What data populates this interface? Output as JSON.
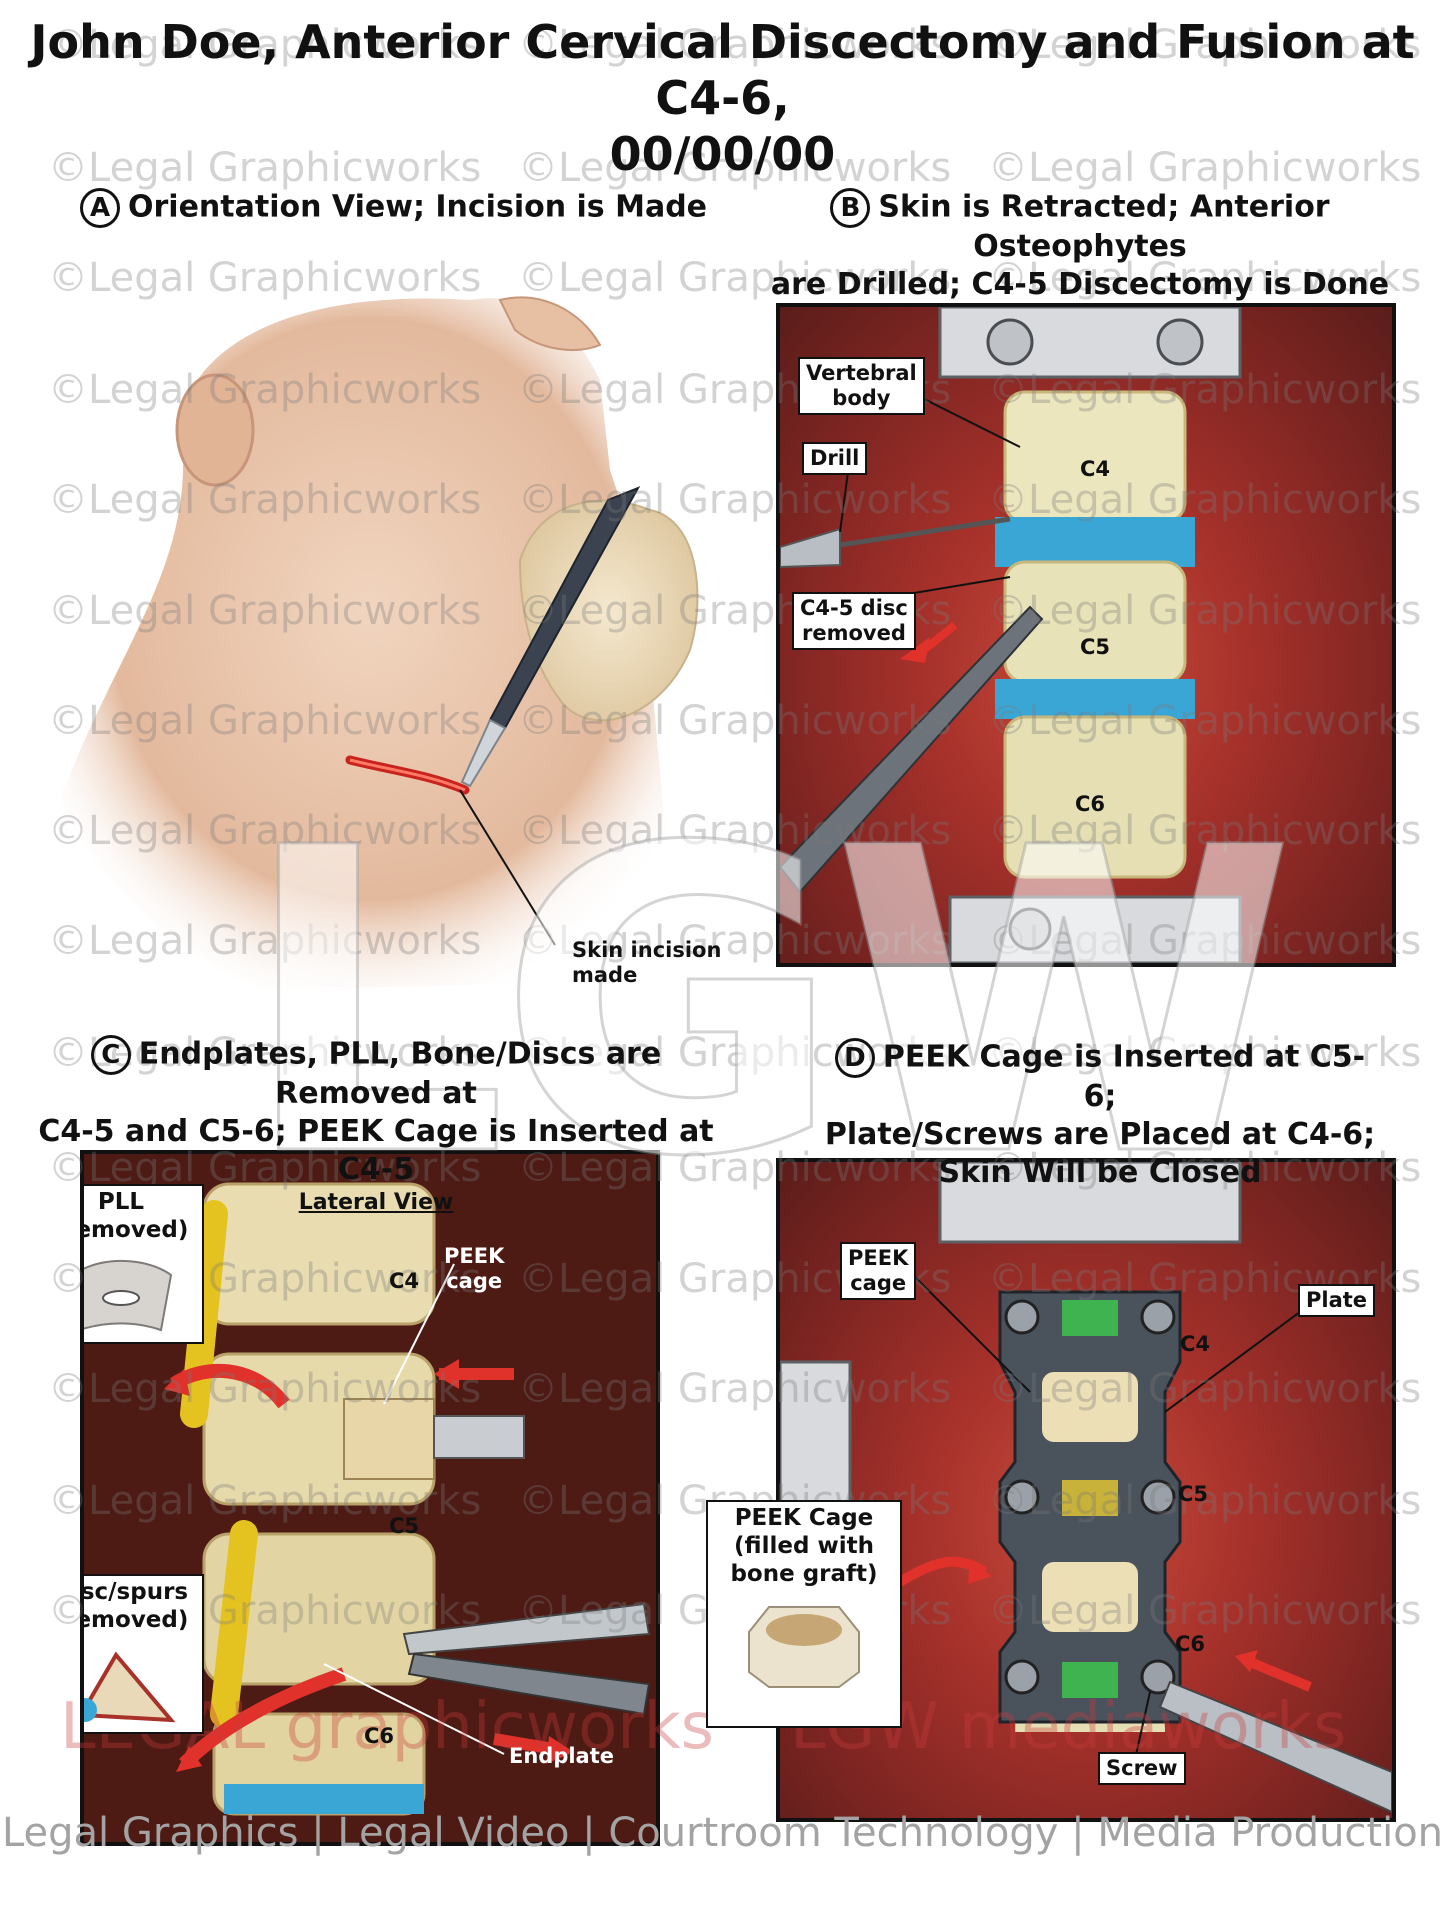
{
  "title": {
    "line1": "John Doe, Anterior Cervical Discectomy and Fusion at C4-6,",
    "line2": "00/00/00"
  },
  "panels": {
    "a": {
      "badge": "A",
      "title": "Orientation View; Incision is Made",
      "labels": {
        "skin_incision_1": "Skin incision",
        "skin_incision_2": "made"
      }
    },
    "b": {
      "badge": "B",
      "title_1": "Skin is Retracted; Anterior Osteophytes",
      "title_2": "are Drilled; C4-5 Discectomy is Done",
      "labels": {
        "vertebral_body_1": "Vertebral",
        "vertebral_body_2": "body",
        "drill": "Drill",
        "disc_removed_1": "C4-5 disc",
        "disc_removed_2": "removed",
        "c4": "C4",
        "c5": "C5",
        "c6": "C6"
      }
    },
    "c": {
      "badge": "C",
      "title_1": "Endplates, PLL, Bone/Discs are Removed at",
      "title_2": "C4-5 and C5-6; PEEK Cage is Inserted at C4-5",
      "subtitle": "Lateral View",
      "labels": {
        "pll_1": "PLL",
        "pll_2": "(removed)",
        "peek_1": "PEEK",
        "peek_2": "cage",
        "disc_spurs_1": "Disc/spurs",
        "disc_spurs_2": "(removed)",
        "c4": "C4",
        "c5": "C5",
        "c6": "C6",
        "endplate": "Endplate"
      }
    },
    "d": {
      "badge": "D",
      "title_1": "PEEK Cage is Inserted at C5-6;",
      "title_2": "Plate/Screws are Placed at C4-6;",
      "title_3": "Skin Will be Closed",
      "labels": {
        "peek_1": "PEEK",
        "peek_2": "cage",
        "plate": "Plate",
        "filled_1": "PEEK Cage",
        "filled_2": "(filled with",
        "filled_3": "bone graft)",
        "screw": "Screw",
        "c4": "C4",
        "c5": "C5",
        "c6": "C6"
      }
    }
  },
  "watermark": "©Legal Graphicworks",
  "logo_text": "LGW",
  "brand_left": "LEGAL graphicworks",
  "brand_right": "LGW mediaworks",
  "footer": "Legal Graphics | Legal Video | Courtroom Technology | Media Production",
  "colors": {
    "tissue": "#a4302a",
    "bone": "#e8e2b8",
    "disc_blue": "#3aa6d6",
    "cage_green": "#3fb34f",
    "arrow_red": "#e0322b"
  }
}
